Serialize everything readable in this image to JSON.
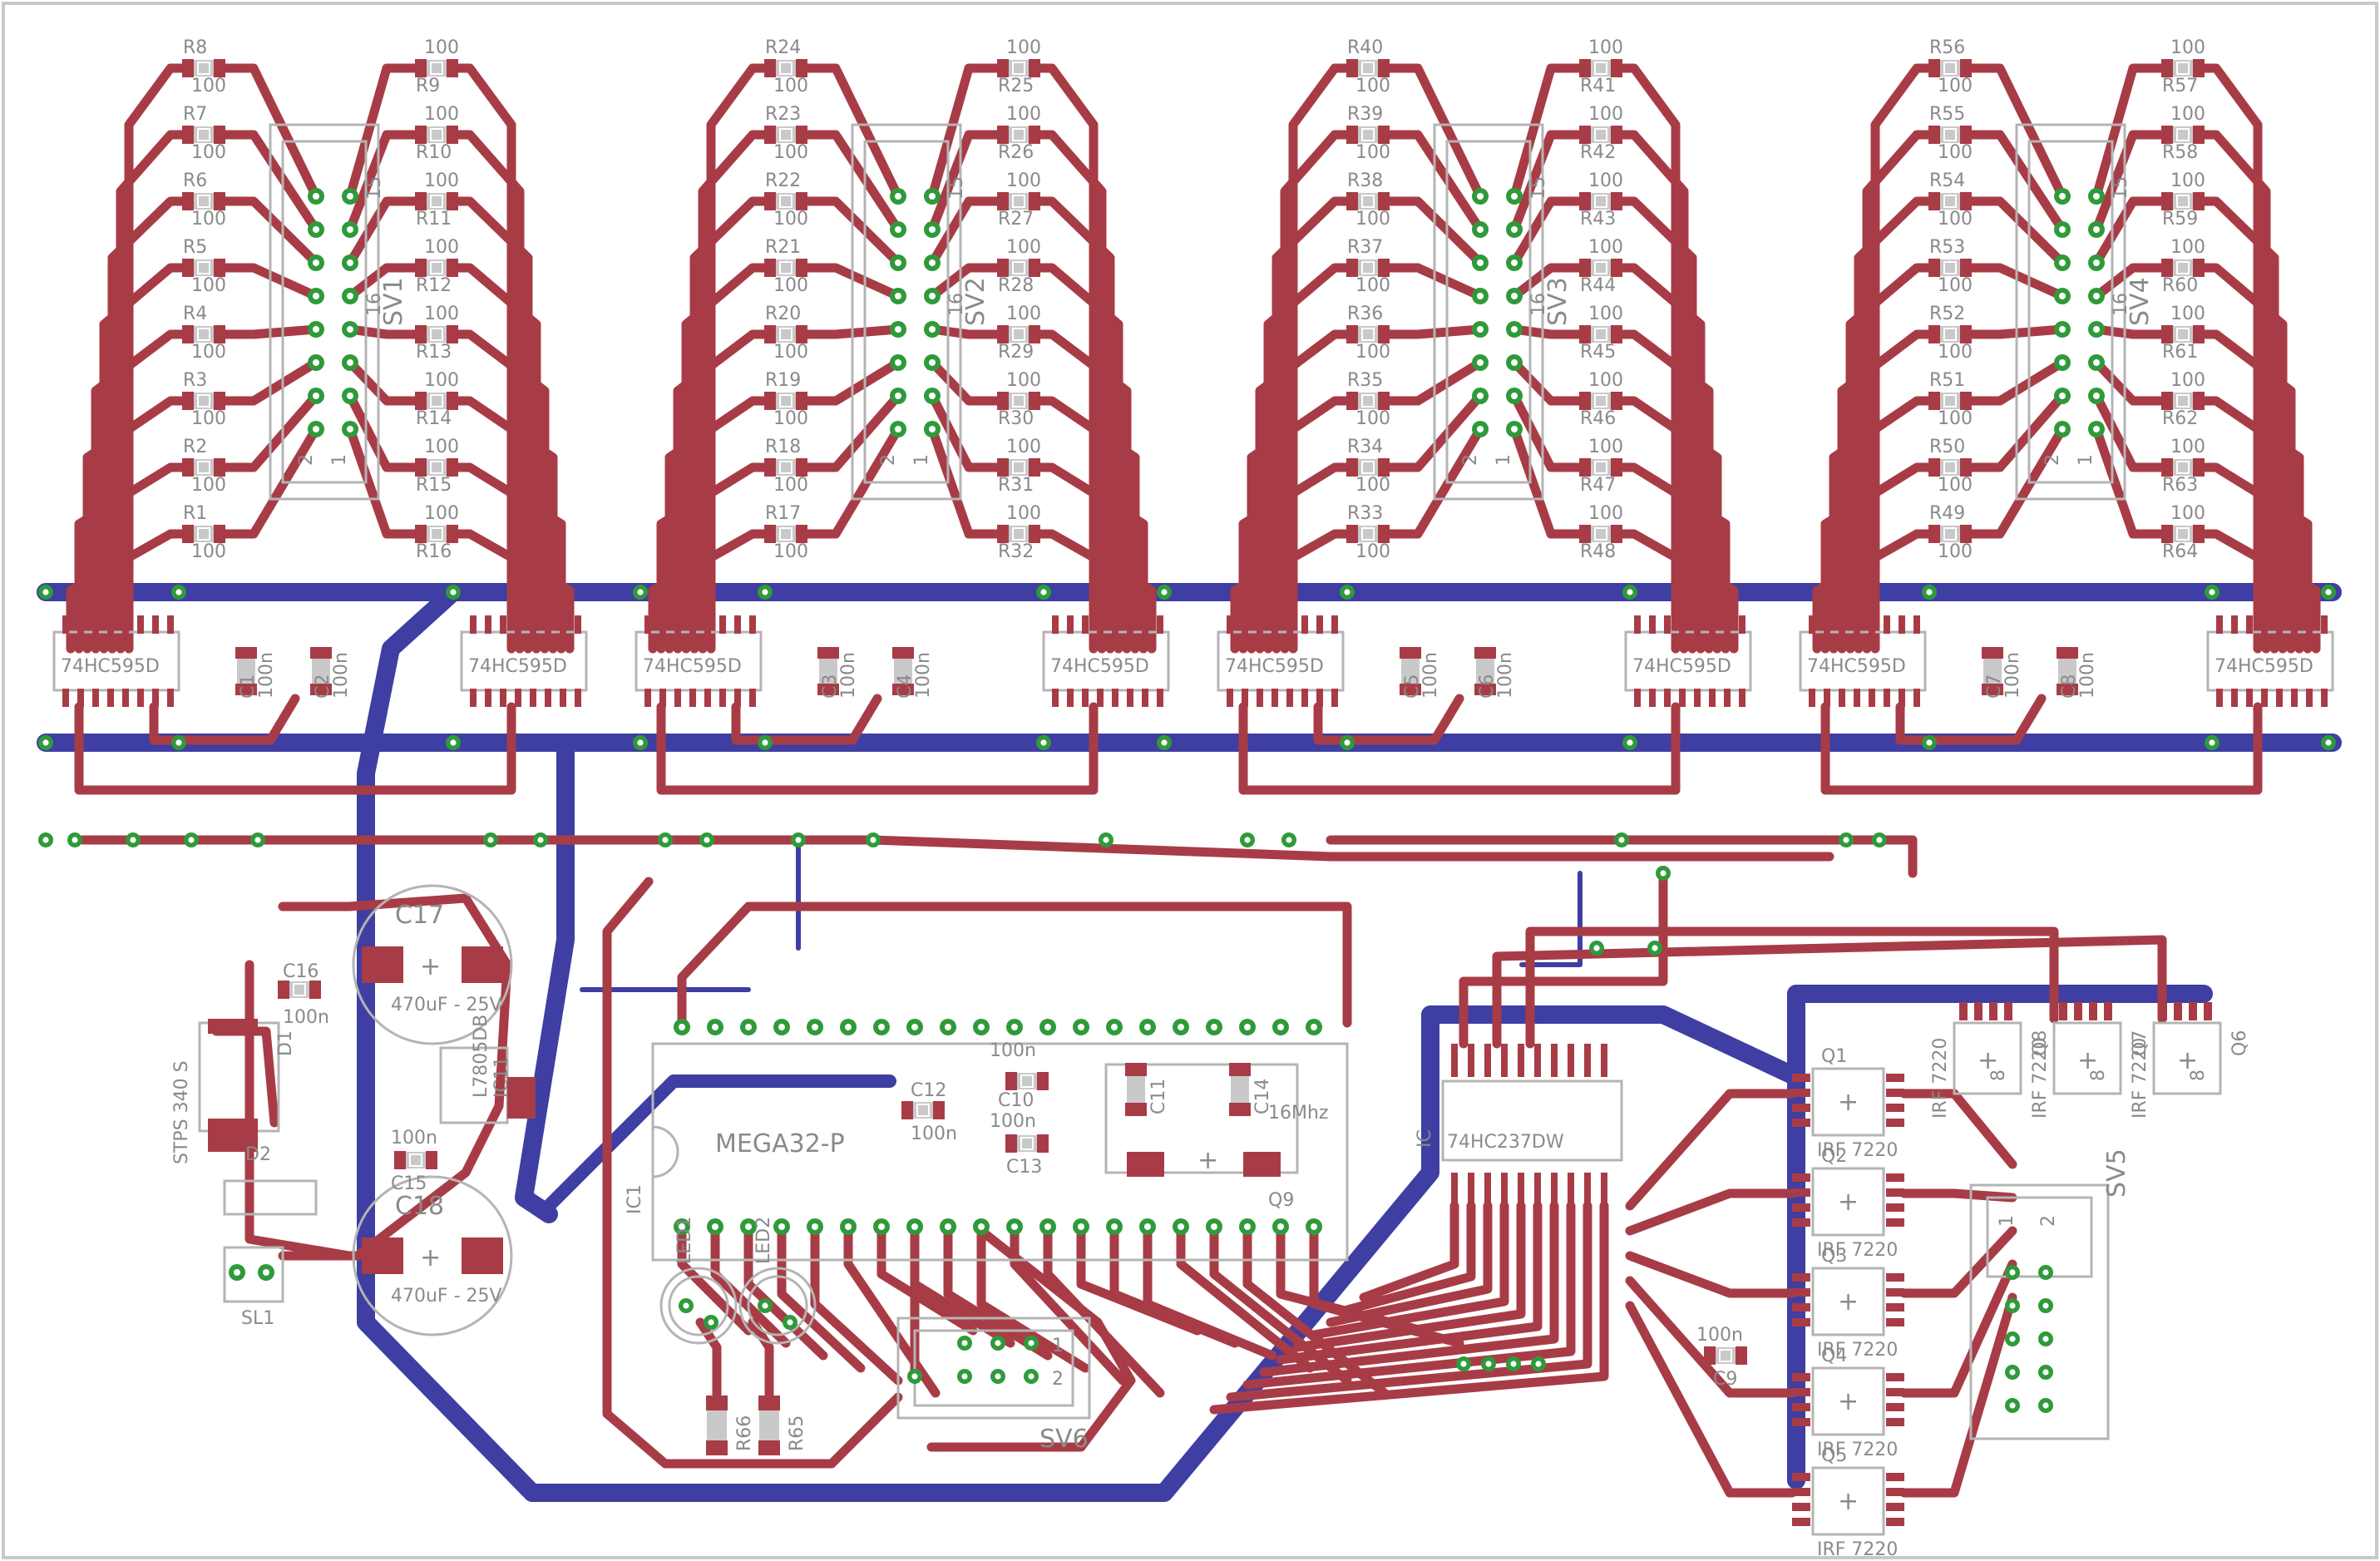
{
  "colors": {
    "top_trace": "#a83c46",
    "bottom_trace": "#3e3ea3",
    "via": "#2f9a3a",
    "silkscreen": "#8a8a8a",
    "outline": "#b4b4b4",
    "background": "#ffffff"
  },
  "resistor_banks": [
    {
      "left": [
        {
          "name": "R8",
          "value": "100"
        },
        {
          "name": "R7",
          "value": "100"
        },
        {
          "name": "R6",
          "value": "100"
        },
        {
          "name": "R5",
          "value": "100"
        },
        {
          "name": "R4",
          "value": "100"
        },
        {
          "name": "R3",
          "value": "100"
        },
        {
          "name": "R2",
          "value": "100"
        },
        {
          "name": "R1",
          "value": "100"
        }
      ],
      "right": [
        {
          "name": "R9",
          "value": "100"
        },
        {
          "name": "R10",
          "value": "100"
        },
        {
          "name": "R11",
          "value": "100"
        },
        {
          "name": "R12",
          "value": "100"
        },
        {
          "name": "R13",
          "value": "100"
        },
        {
          "name": "R14",
          "value": "100"
        },
        {
          "name": "R15",
          "value": "100"
        },
        {
          "name": "R16",
          "value": "100"
        }
      ],
      "connector": "SV1",
      "shift_left": "74HC595D",
      "shift_right": "74HC595D",
      "caps": [
        {
          "name": "C1",
          "value": "100n"
        },
        {
          "name": "C2",
          "value": "100n"
        }
      ]
    },
    {
      "left": [
        {
          "name": "R24",
          "value": "100"
        },
        {
          "name": "R23",
          "value": "100"
        },
        {
          "name": "R22",
          "value": "100"
        },
        {
          "name": "R21",
          "value": "100"
        },
        {
          "name": "R20",
          "value": "100"
        },
        {
          "name": "R19",
          "value": "100"
        },
        {
          "name": "R18",
          "value": "100"
        },
        {
          "name": "R17",
          "value": "100"
        }
      ],
      "right": [
        {
          "name": "R25",
          "value": "100"
        },
        {
          "name": "R26",
          "value": "100"
        },
        {
          "name": "R27",
          "value": "100"
        },
        {
          "name": "R28",
          "value": "100"
        },
        {
          "name": "R29",
          "value": "100"
        },
        {
          "name": "R30",
          "value": "100"
        },
        {
          "name": "R31",
          "value": "100"
        },
        {
          "name": "R32",
          "value": "100"
        }
      ],
      "connector": "SV2",
      "shift_left": "74HC595D",
      "shift_right": "74HC595D",
      "caps": [
        {
          "name": "C3",
          "value": "100n"
        },
        {
          "name": "C4",
          "value": "100n"
        }
      ]
    },
    {
      "left": [
        {
          "name": "R40",
          "value": "100"
        },
        {
          "name": "R39",
          "value": "100"
        },
        {
          "name": "R38",
          "value": "100"
        },
        {
          "name": "R37",
          "value": "100"
        },
        {
          "name": "R36",
          "value": "100"
        },
        {
          "name": "R35",
          "value": "100"
        },
        {
          "name": "R34",
          "value": "100"
        },
        {
          "name": "R33",
          "value": "100"
        }
      ],
      "right": [
        {
          "name": "R41",
          "value": "100"
        },
        {
          "name": "R42",
          "value": "100"
        },
        {
          "name": "R43",
          "value": "100"
        },
        {
          "name": "R44",
          "value": "100"
        },
        {
          "name": "R45",
          "value": "100"
        },
        {
          "name": "R46",
          "value": "100"
        },
        {
          "name": "R47",
          "value": "100"
        },
        {
          "name": "R48",
          "value": "100"
        }
      ],
      "connector": "SV3",
      "shift_left": "74HC595D",
      "shift_right": "74HC595D",
      "caps": [
        {
          "name": "C5",
          "value": "100n"
        },
        {
          "name": "C6",
          "value": "100n"
        }
      ]
    },
    {
      "left": [
        {
          "name": "R56",
          "value": "100"
        },
        {
          "name": "R55",
          "value": "100"
        },
        {
          "name": "R54",
          "value": "100"
        },
        {
          "name": "R53",
          "value": "100"
        },
        {
          "name": "R52",
          "value": "100"
        },
        {
          "name": "R51",
          "value": "100"
        },
        {
          "name": "R50",
          "value": "100"
        },
        {
          "name": "R49",
          "value": "100"
        }
      ],
      "right": [
        {
          "name": "R57",
          "value": "100"
        },
        {
          "name": "R58",
          "value": "100"
        },
        {
          "name": "R59",
          "value": "100"
        },
        {
          "name": "R60",
          "value": "100"
        },
        {
          "name": "R61",
          "value": "100"
        },
        {
          "name": "R62",
          "value": "100"
        },
        {
          "name": "R63",
          "value": "100"
        },
        {
          "name": "R64",
          "value": "100"
        }
      ],
      "connector": "SV4",
      "shift_left": "74HC595D",
      "shift_right": "74HC595D",
      "caps": [
        {
          "name": "C7",
          "value": "100n"
        },
        {
          "name": "C8",
          "value": "100n"
        }
      ]
    }
  ],
  "header_pin_numbers": {
    "p15": "15",
    "p16": "16",
    "p1": "1",
    "p2": "2"
  },
  "parts": {
    "c17": {
      "name": "C17",
      "value": "470uF - 25V"
    },
    "c18": {
      "name": "C18",
      "value": "470uF - 25V"
    },
    "c16": {
      "name": "C16",
      "value": "100n"
    },
    "c15": {
      "name": "C15",
      "value": "100n"
    },
    "c12": {
      "name": "C12",
      "value": "100n"
    },
    "c10": {
      "name": "C10",
      "value": "100n"
    },
    "c11": {
      "name": "C11",
      "value": ""
    },
    "c14": {
      "name": "C14",
      "value": ""
    },
    "c13": {
      "name": "C13",
      "value": ""
    },
    "c9": {
      "name": "C9",
      "value": "100n"
    },
    "d1": {
      "name": "D1",
      "value": "STPS 340 S"
    },
    "d2": {
      "name": "D2"
    },
    "sl1": {
      "name": "SL1"
    },
    "ic11": {
      "name": "IC11",
      "value": "L7805DB"
    },
    "ic1": {
      "name": "IC1",
      "value": "MEGA32-P"
    },
    "ic": {
      "name": "IC",
      "value": "74HC237DW"
    },
    "q9": {
      "name": "Q9",
      "value": "16Mhz"
    },
    "led1": {
      "name": "LED1"
    },
    "led2": {
      "name": "LED2"
    },
    "r65": {
      "name": "R65"
    },
    "r66": {
      "name": "R66"
    },
    "sv6": {
      "name": "SV6",
      "pin1": "1",
      "pin2": "2"
    },
    "sv5": {
      "name": "SV5",
      "pin1": "1",
      "pin2": "2"
    },
    "mosfets_right": [
      {
        "name": "Q1",
        "value": "IRF 7220"
      },
      {
        "name": "Q2",
        "value": "IRF 7220"
      },
      {
        "name": "Q3",
        "value": "IRF 7220"
      },
      {
        "name": "Q4",
        "value": "IRF 7220"
      },
      {
        "name": "Q5",
        "value": "IRF 7220"
      }
    ],
    "mosfets_top": [
      {
        "name": "Q8",
        "value": "IRF 7220"
      },
      {
        "name": "Q7",
        "value": "IRF 7220"
      },
      {
        "name": "Q6",
        "value": "IRF 7220"
      }
    ],
    "pin8": "8"
  }
}
